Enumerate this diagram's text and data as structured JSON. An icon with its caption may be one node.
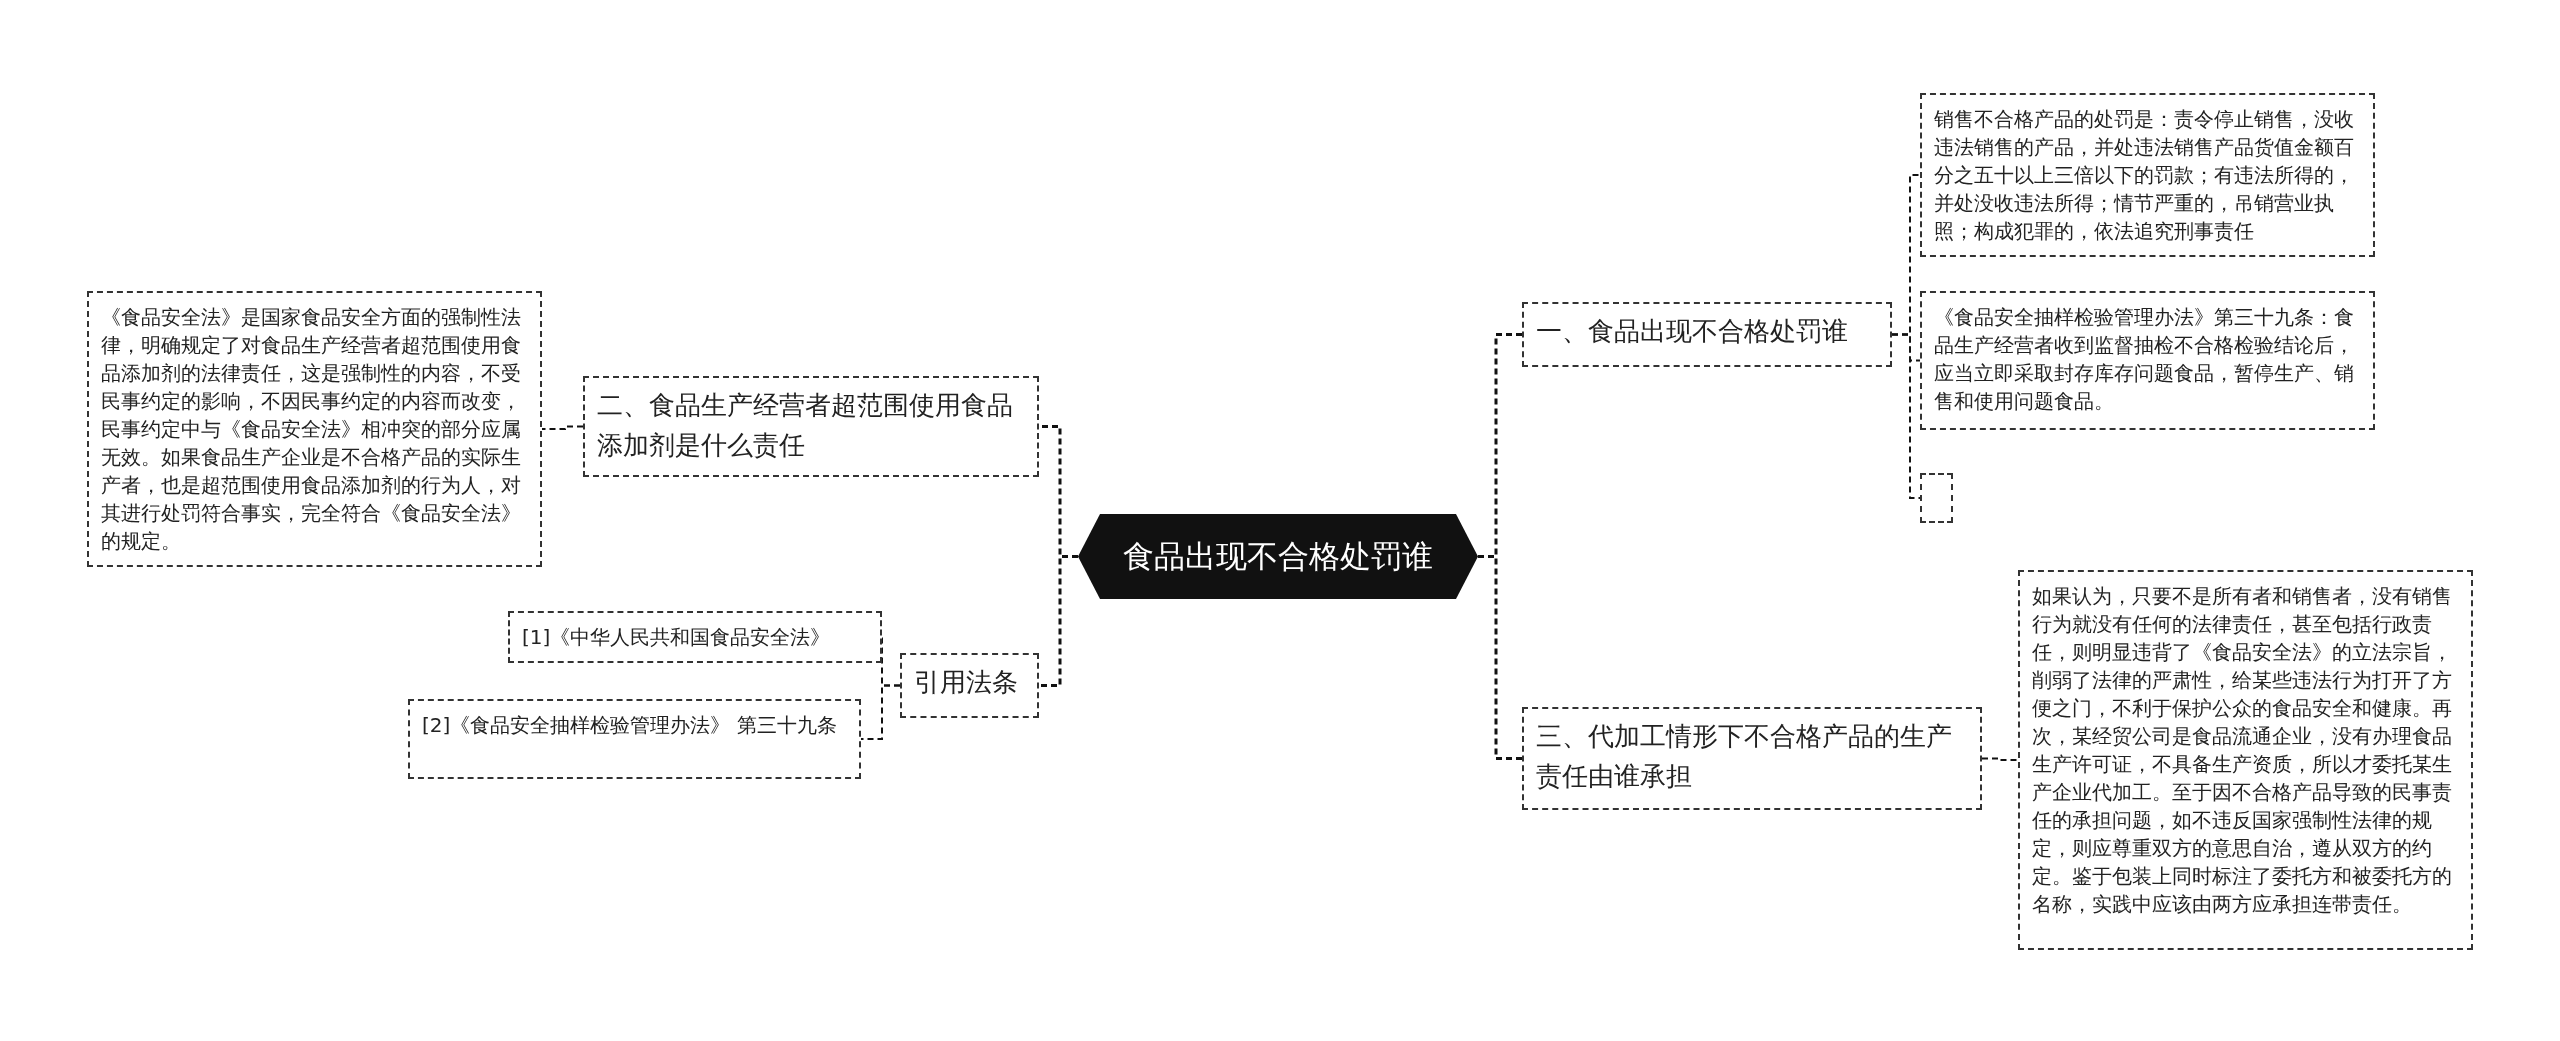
{
  "diagram": {
    "nodes": [
      {
        "text": [
          "食品出现不合格处罚谁"
        ]
      },
      {
        "text": [
          "一、食品出现不合格处罚谁"
        ]
      },
      {
        "text": [
          "销售不合格产品的处罚是：责令停止销售，没收违法销售的产品，并处违法销售产品货值金额百分之五十以上三倍以下的罚款；有违法所得的，并处没收违法所得；情节严重的，吊销营业执照；构成犯罪的，依法追究刑事责任"
        ]
      },
      {
        "text": [
          "《食品安全抽样检验管理办法》第三十九条：食品生产经营者收到监督抽检不合格检验结论后，应当立即采取封存库存问题食品，暂停生产、销售和使用问题食品。"
        ]
      },
      {
        "text": [],
        "shape": "box"
      },
      {
        "text": [
          "三、代加工情形下不合格产品的生产责任由谁承担"
        ]
      },
      {
        "text": [
          "如果认为，只要不是所有者和销售者，没有销售行为就没有任何的法律责任，甚至包括行政责任，则明显违背了《食品安全法》的立法宗旨，削弱了法律的严肃性，给某些违法行为打开了方便之门，不利于保护公众的食品安全和健康。再次，某经贸公司是食品流通企业，没有办理食品生产许可证，不具备生产资质，所以才委托某生产企业代加工。至于因不合格产品导致的民事责任的承担问题，如不违反国家强制性法律的规定，则应尊重双方的意思自治，遵从双方的约定。鉴于包装上同时标注了委托方和被委托方的名称，实践中应该由两方应承担连带责任。"
        ]
      },
      {
        "text": [
          "二、食品生产经营者超范围使用食品添加剂是什么责任"
        ]
      },
      {
        "text": [
          "《食品安全法》是国家食品安全方面的强制性法律，明确规定了对食品生产经营者超范围使用食品添加剂的法律责任，这是强制性的内容，不受民事约定的影响，不因民事约定的内容而改变，民事约定中与《食品安全法》相冲突的部分应属无效。如果食品生产企业是不合格产品的实际生产者，也是超范围使用食品添加剂的行为人，对其进行处罚符合事实，完全符合《食品安全法》的规定。"
        ]
      },
      {
        "text": [
          "引用法条"
        ]
      },
      {
        "text": [
          "[1]《中华人民共和国食品安全法》"
        ]
      },
      {
        "text": [
          "[2]《食品安全抽样检验管理办法》 第三十九条"
        ]
      }
    ],
    "edges": [
      {
        "from": 0,
        "to": 1,
        "arrow": "none"
      },
      {
        "from": 1,
        "to": 2,
        "arrow": "none"
      },
      {
        "from": 1,
        "to": 3,
        "arrow": "none"
      },
      {
        "from": 1,
        "to": 4,
        "arrow": "none"
      },
      {
        "from": 0,
        "to": 5,
        "arrow": "none"
      },
      {
        "from": 5,
        "to": 6,
        "arrow": "none"
      },
      {
        "from": 0,
        "to": 7,
        "arrow": "none"
      },
      {
        "from": 7,
        "to": 8,
        "arrow": "none"
      },
      {
        "from": 0,
        "to": 9,
        "arrow": "none"
      },
      {
        "from": 9,
        "to": 10,
        "arrow": "none"
      },
      {
        "from": 9,
        "to": 11,
        "arrow": "none"
      }
    ]
  }
}
